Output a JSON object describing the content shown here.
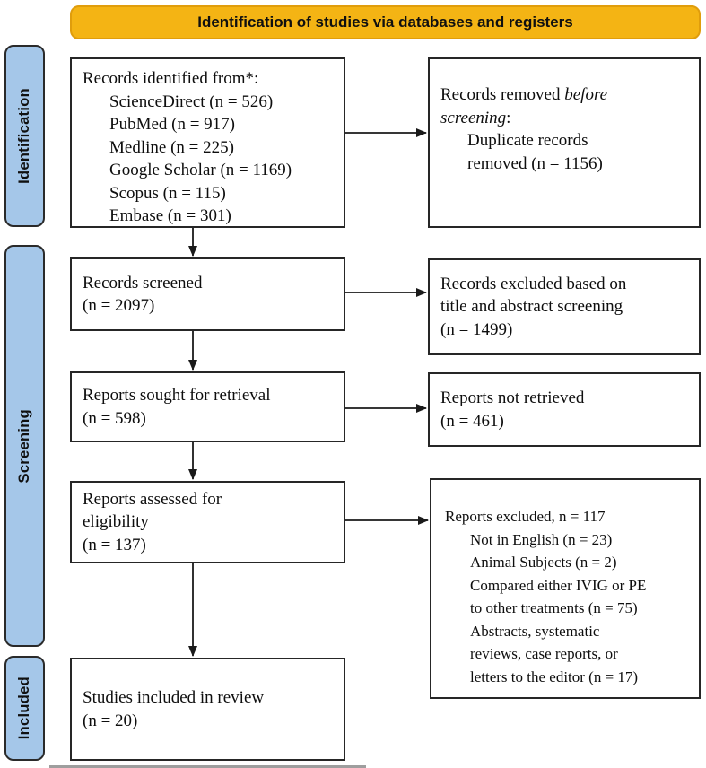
{
  "banner": {
    "label": "Identification of studies via databases and registers"
  },
  "stages": {
    "identification": "Identification",
    "screening": "Screening",
    "included": "Included"
  },
  "boxes": {
    "identified": {
      "title": "Records identified from*:",
      "items": [
        "ScienceDirect (n = 526)",
        "PubMed (n = 917)",
        "Medline (n = 225)",
        "Google Scholar (n = 1169)",
        "Scopus (n = 115)",
        "Embase (n = 301)"
      ]
    },
    "removed_before_screening": {
      "line1_normal": "Records removed ",
      "line1_italic": "before",
      "line2_italic": "screening",
      "line2_suffix": ":",
      "detail_lines": [
        "Duplicate records",
        "removed (n = 1156)"
      ]
    },
    "records_screened": {
      "lines": [
        "Records screened",
        "(n = 2097)"
      ]
    },
    "records_excluded": {
      "lines": [
        "Records excluded based on",
        "title and abstract screening",
        "(n = 1499)"
      ]
    },
    "reports_sought": {
      "lines": [
        "Reports sought for retrieval",
        "(n = 598)"
      ]
    },
    "reports_not_retrieved": {
      "lines": [
        "Reports not retrieved",
        "(n = 461)"
      ]
    },
    "reports_assessed": {
      "lines": [
        "Reports assessed for",
        "eligibility",
        "(n = 137)"
      ]
    },
    "reports_excluded": {
      "title": "Reports excluded, n = 117",
      "detail_lines": [
        "Not in English (n = 23)",
        "Animal Subjects (n = 2)",
        "Compared either IVIG or PE",
        "to other treatments (n = 75)",
        "Abstracts, systematic",
        "reviews, case reports, or",
        "letters to the editor (n = 17)"
      ]
    },
    "studies_included": {
      "lines": [
        "Studies included in review",
        "(n = 20)"
      ]
    }
  },
  "colors": {
    "banner_fill": "#F4B414",
    "banner_border": "#E09D0C",
    "stage_fill": "#A5C7E9",
    "stage_border": "#2A2A2A",
    "box_border": "#262626",
    "arrow": "#1A1A1A"
  }
}
